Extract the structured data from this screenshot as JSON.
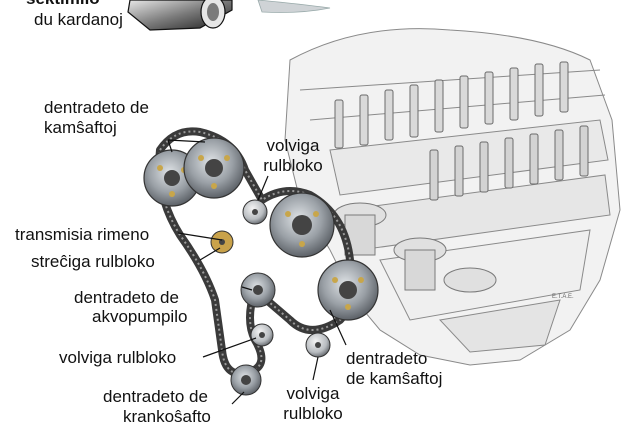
{
  "labels": {
    "top_left_line1": "ŝektimilo",
    "top_left_line2": "du kardanoj",
    "cam_sprockets_line1": "dentradeto de",
    "cam_sprockets_line2": "kamŝaftoj",
    "idler_top_line1": "volviga",
    "idler_top_line2": "rulbloko",
    "timing_belt": "transmisia rimeno",
    "tensioner": "streĉiga rulbloko",
    "water_pump_line1": "dentradeto de",
    "water_pump_line2": "akvopumpilo",
    "idler_left": "volviga rulbloko",
    "crank_line1": "dentradeto de",
    "crank_line2": "krankoŝafto",
    "idler_bottom_line1": "volviga",
    "idler_bottom_line2": "rulbloko",
    "cam_right_line1": "dentradeto",
    "cam_right_line2": "de kamŝaftoj"
  },
  "signature": "E.T.A.E.",
  "colors": {
    "belt": "#3a3a3a",
    "engine_line": "#8a8a8a",
    "engine_fill": "#f2f2f2",
    "sprocket": "#9aa0a6",
    "sprocket_dark": "#6b7077",
    "label_text": "#111111"
  }
}
